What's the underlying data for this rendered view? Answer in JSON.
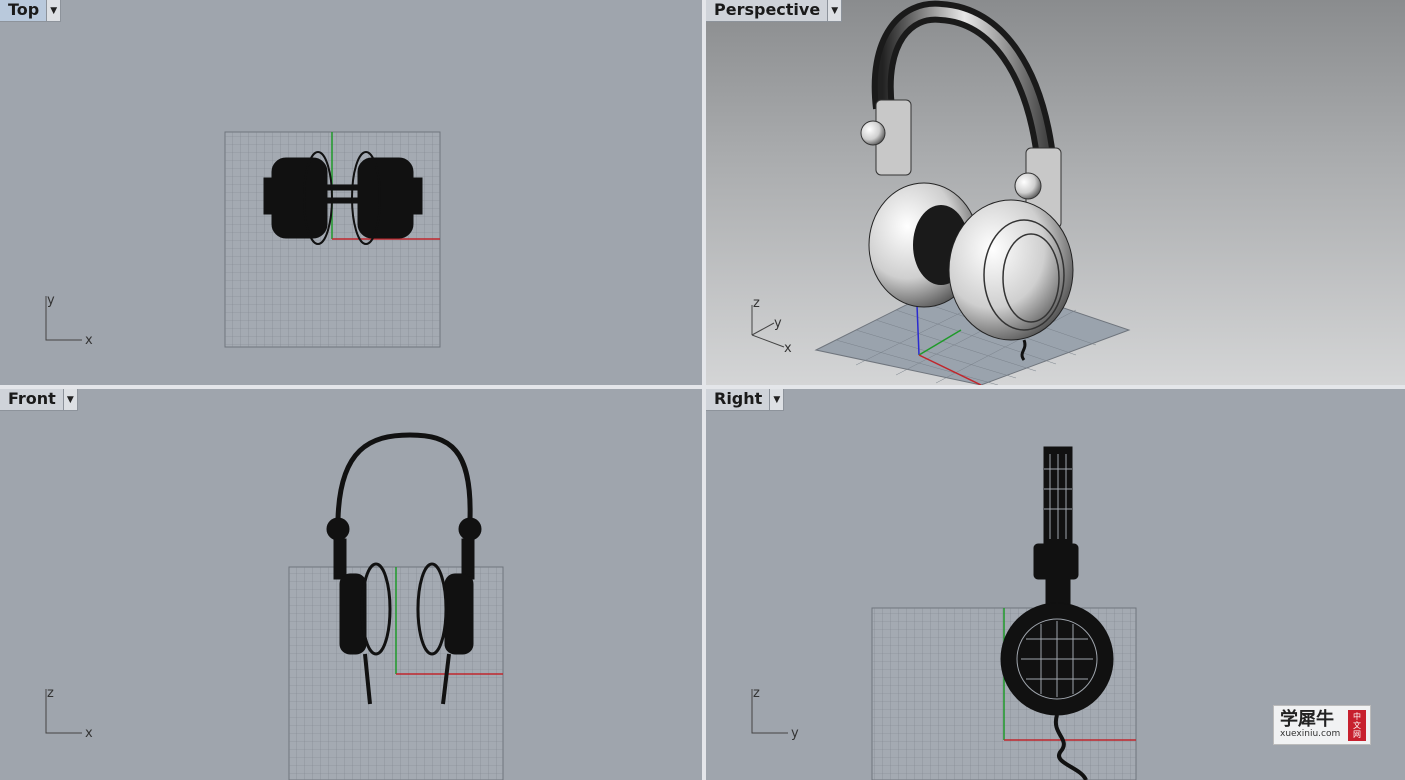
{
  "viewports": {
    "top": {
      "title": "Top",
      "axis_h": "x",
      "axis_v": "y"
    },
    "perspective": {
      "title": "Perspective",
      "axis_z": "z",
      "axis_y": "y",
      "axis_x": "x"
    },
    "front": {
      "title": "Front",
      "axis_h": "x",
      "axis_v": "z"
    },
    "right": {
      "title": "Right",
      "axis_h": "y",
      "axis_v": "z"
    }
  },
  "dropdown_icon": "triangle-down-icon",
  "watermark": {
    "main": "学犀牛",
    "sub": "xuexiniu.com",
    "badge": [
      "中",
      "文",
      "网"
    ]
  },
  "colors": {
    "viewport_bg": "#9fa5ad",
    "grid_line": "#7f858d",
    "x_axis": "#c0262c",
    "y_axis": "#1f9a2a",
    "z_axis": "#2a2ad0",
    "active_tab": "#b9c9dc"
  }
}
